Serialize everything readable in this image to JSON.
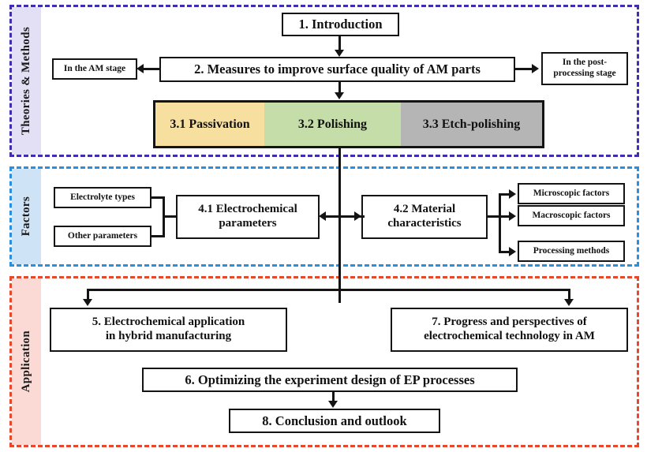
{
  "diagram": {
    "title": "Review structure flowchart: electrochemical surface finishing of AM parts",
    "sections": [
      {
        "key": "theories",
        "label": "Theories & Methods",
        "band_color": "#e3dff4",
        "border_color": "#3f2fb0"
      },
      {
        "key": "factors",
        "label": "Factors",
        "band_color": "#cfe3f7",
        "border_color": "#2a8fe0"
      },
      {
        "key": "application",
        "label": "Application",
        "band_color": "#fbd9d4",
        "border_color": "#e8472b"
      }
    ],
    "nodes": {
      "introduction": "1. Introduction",
      "measures": "2. Measures to improve surface quality of AM parts",
      "am_stage": "In the AM stage",
      "post_stage": "In the post-\nprocessing stage",
      "post_stage_line1": "In the post-",
      "post_stage_line2": "processing stage",
      "passivation": "3.1 Passivation",
      "polishing": "3.2 Polishing",
      "etch_polishing": "3.3 Etch-polishing",
      "electrolyte_types": "Electrolyte types",
      "other_parameters": "Other parameters",
      "electrochemical_parameters_l1": "4.1 Electrochemical",
      "electrochemical_parameters_l2": "parameters",
      "material_characteristics_l1": "4.2 Material",
      "material_characteristics_l2": "characteristics",
      "microscopic_factors": "Microscopic factors",
      "macroscopic_factors": "Macroscopic factors",
      "processing_methods": "Processing methods",
      "hybrid_manufacturing_l1": "5. Electrochemical application",
      "hybrid_manufacturing_l2": "in hybrid manufacturing",
      "optimizing": "6. Optimizing the experiment design of EP processes",
      "progress_l1": "7. Progress and perspectives of",
      "progress_l2": "electrochemical technology in AM",
      "conclusion": "8. Conclusion and outlook"
    },
    "segment_colors": {
      "passivation": "#f7dfa0",
      "polishing": "#c5dda8",
      "etch_polishing": "#b5b5b5"
    }
  }
}
